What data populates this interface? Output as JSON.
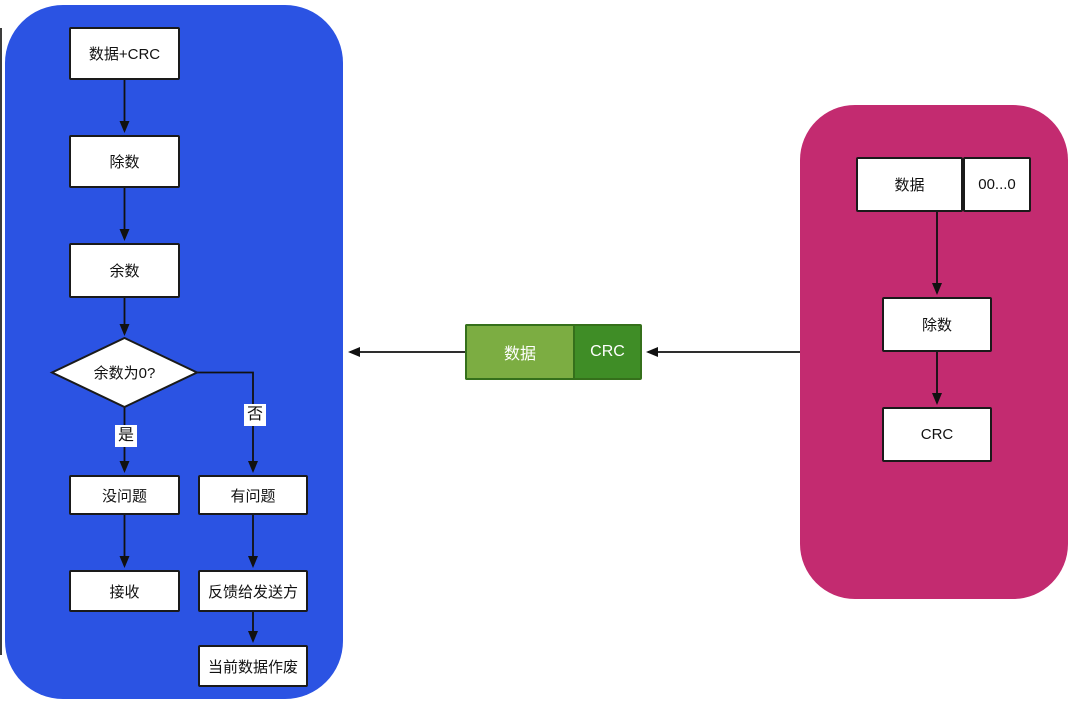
{
  "diagram": {
    "receiver_flow": {
      "data_crc": "数据+CRC",
      "divisor": "除数",
      "remainder": "余数",
      "decision": "余数为0?",
      "yes_label": "是",
      "no_label": "否",
      "no_problem": "没问题",
      "receive": "接收",
      "has_problem": "有问题",
      "feedback": "反馈给发送方",
      "discard": "当前数据作废"
    },
    "frame": {
      "data": "数据",
      "crc": "CRC"
    },
    "sender_flow": {
      "data": "数据",
      "zeros": "00...0",
      "divisor": "除数",
      "crc": "CRC"
    },
    "colors": {
      "receiver_bg": "#2B53E3",
      "sender_bg": "#C32B70",
      "frame_data_bg": "#7CAD42",
      "frame_crc_bg": "#3F8D26",
      "frame_border": "#35701B",
      "node_border": "#1a1a1a",
      "connector": "#111111"
    }
  }
}
